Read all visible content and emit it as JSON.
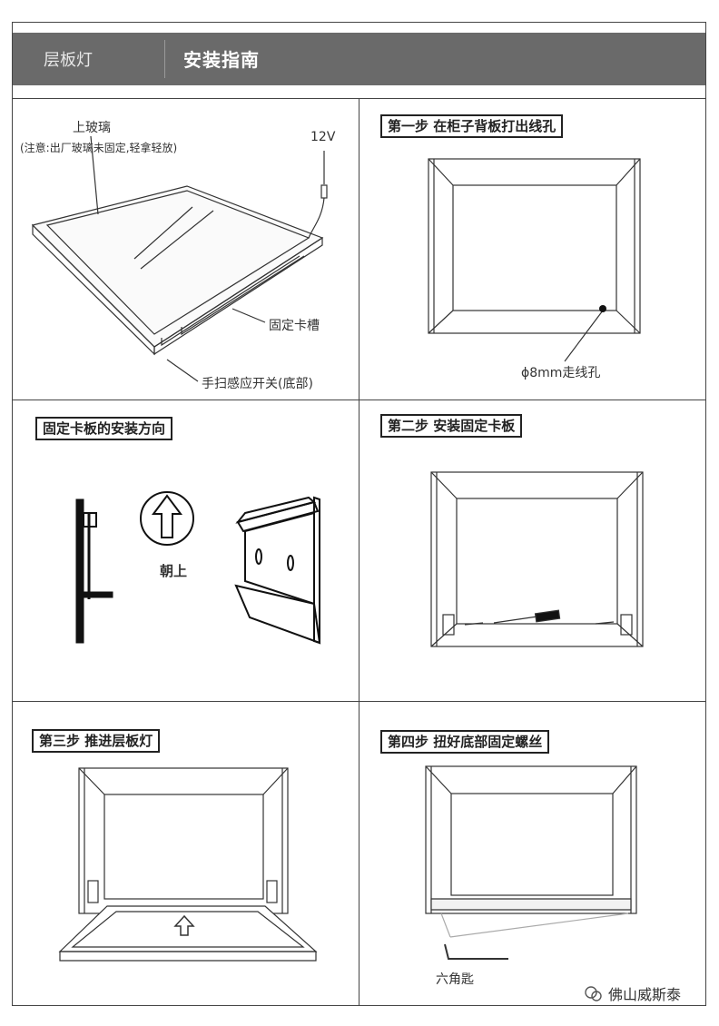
{
  "header": {
    "product": "层板灯",
    "guide": "安装指南"
  },
  "panel1": {
    "glass_label": "上玻璃",
    "glass_note": "(注意:出厂玻璃未固定,轻拿轻放)",
    "voltage": "12V",
    "slot_label": "固定卡槽",
    "sensor_label": "手扫感应开关(底部)"
  },
  "panel2": {
    "title": "第一步 在柜子背板打出线孔",
    "hole_label": "ϕ8mm走线孔"
  },
  "panel3": {
    "title": "固定卡板的安装方向",
    "up_label": "朝上"
  },
  "panel4": {
    "title": "第二步 安装固定卡板"
  },
  "panel5": {
    "title": "第三步 推进层板灯"
  },
  "panel6": {
    "title": "第四步 扭好底部固定螺丝",
    "tool_label": "六角匙"
  },
  "watermark": {
    "text": "佛山威斯泰"
  },
  "colors": {
    "header_bg": "#6a6a6a",
    "line": "#444444"
  }
}
